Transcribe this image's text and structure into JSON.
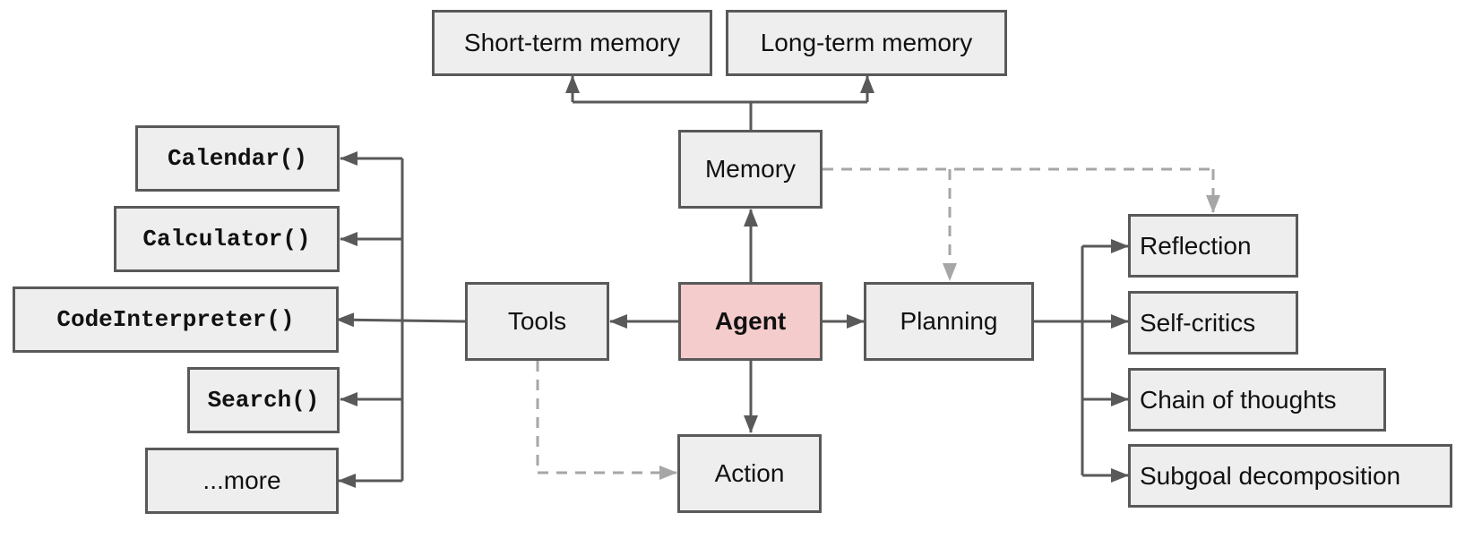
{
  "nodes": {
    "agent": "Agent",
    "memory": "Memory",
    "short_term_memory": "Short-term memory",
    "long_term_memory": "Long-term memory",
    "tools": "Tools",
    "planning": "Planning",
    "action": "Action",
    "reflection": "Reflection",
    "self_critics": "Self-critics",
    "chain_of_thoughts": "Chain of thoughts",
    "subgoal_decomposition": "Subgoal decomposition",
    "calendar": "Calendar()",
    "calculator": "Calculator()",
    "code_interpreter": "CodeInterpreter()",
    "search": "Search()",
    "more": "...more"
  },
  "colors": {
    "box_fill": "#eeeeee",
    "agent_fill": "#f4cccc",
    "border": "#595959",
    "solid_arrow": "#595959",
    "dashed_arrow": "#a6a6a6"
  }
}
